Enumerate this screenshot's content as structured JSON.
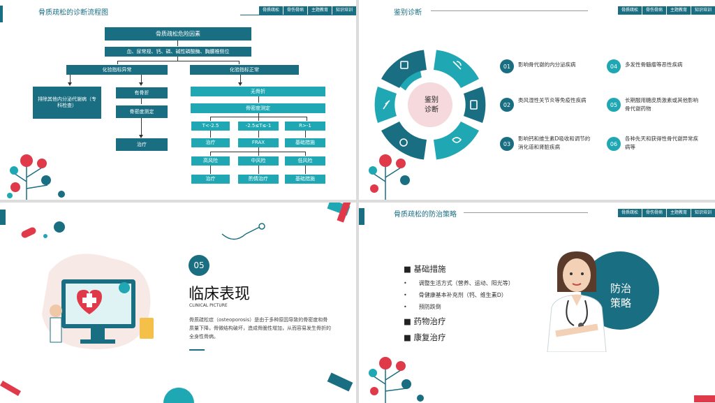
{
  "nav": [
    "骨质疏松",
    "骨伤骨病",
    "主题教育",
    "知识培训"
  ],
  "slide1": {
    "title": "骨质疏松的诊断流程图",
    "risk": "骨质疏松危险因素",
    "tests": "血、尿常规、钙、磷、碱性磷酸酶、胸腰椎侧位",
    "abnormal": "化验指标异常",
    "normal": "化验指标正常",
    "exclude": "排除其他内分泌代谢病（专科检查）",
    "fracture": "有骨折",
    "bmd_left": "骨密度测定",
    "treat_left": "治疗",
    "no_fracture": "无骨折",
    "bmd_right": "骨密度测定",
    "t_scores": [
      "T<-2.5",
      "-2.5≤T≤-1",
      "R>-1"
    ],
    "actions": [
      "治疗",
      "FRAX",
      "基础措施"
    ],
    "risk_levels": [
      "高风险",
      "中风险",
      "低风险"
    ],
    "final": [
      "治疗",
      "酌情治疗",
      "基础措施"
    ]
  },
  "slide2": {
    "title": "鉴别诊断",
    "center": [
      "鉴别",
      "诊断"
    ],
    "items": [
      {
        "num": "01",
        "text": "影响骨代谢的内分泌疾病"
      },
      {
        "num": "02",
        "text": "类风湿性关节炎等免疫性疾病"
      },
      {
        "num": "03",
        "text": "影响钙和维生素D吸收和调节的消化道和肾脏疾病"
      },
      {
        "num": "04",
        "text": "多发性骨髓瘤等恶性疾病"
      },
      {
        "num": "05",
        "text": "长期服用糖皮质激素或其他影响骨代谢药物"
      },
      {
        "num": "06",
        "text": "各种先天和获得性骨代谢异常疾病等"
      }
    ],
    "colors": {
      "dark": "#1a6e82",
      "teal": "#1fa8b4",
      "pink": "#f5d9dc"
    }
  },
  "slide3": {
    "num": "05",
    "title": "临床表现",
    "subtitle": "CLINICAL PICTURE",
    "body": "骨质疏松症（osteoporosis）是由于多种原因导致的骨密度和骨质量下降，骨微结构破坏，造成骨脆性增加，从而容易发生骨折的全身性骨病。"
  },
  "slide4": {
    "title": "骨质疏松的防治策略",
    "h1": "基础措施",
    "bullets": [
      "调整生活方式（营养、运动、阳光等）",
      "骨健康基本补充剂（钙、维生素D）",
      "预防跌倒"
    ],
    "h2": "药物治疗",
    "h3": "康复治疗",
    "badge": [
      "防治",
      "策略"
    ]
  }
}
